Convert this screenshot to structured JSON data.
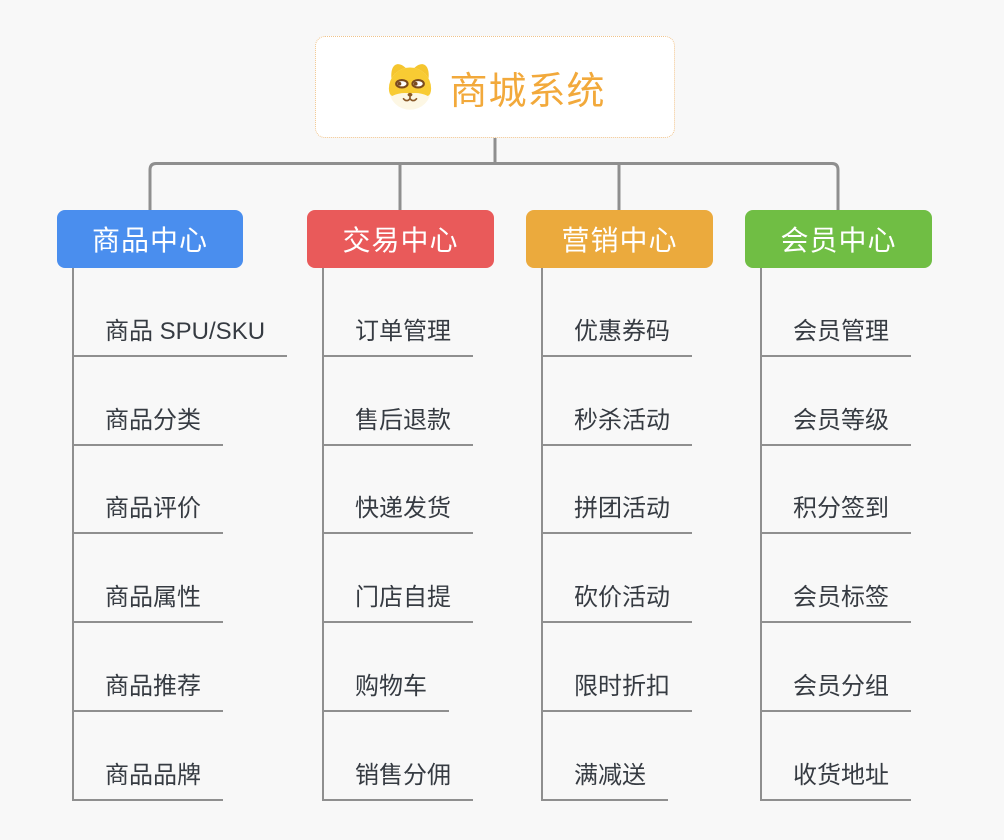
{
  "root": {
    "title": "商城系统",
    "icon": "doge-icon"
  },
  "theme": {
    "background": "#f8f8f8",
    "root_border": "#f0c48c",
    "root_text_color": "#f2a93b",
    "connector_color": "#8f8f8f",
    "item_text_color": "#363b42"
  },
  "branches": [
    {
      "label": "商品中心",
      "color": "#4a8eee",
      "items": [
        "商品 SPU/SKU",
        "商品分类",
        "商品评价",
        "商品属性",
        "商品推荐",
        "商品品牌"
      ]
    },
    {
      "label": "交易中心",
      "color": "#e95a5a",
      "items": [
        "订单管理",
        "售后退款",
        "快递发货",
        "门店自提",
        "购物车",
        "销售分佣"
      ]
    },
    {
      "label": "营销中心",
      "color": "#ebaa3d",
      "items": [
        "优惠券码",
        "秒杀活动",
        "拼团活动",
        "砍价活动",
        "限时折扣",
        "满减送"
      ]
    },
    {
      "label": "会员中心",
      "color": "#70be44",
      "items": [
        "会员管理",
        "会员等级",
        "积分签到",
        "会员标签",
        "会员分组",
        "收货地址"
      ]
    }
  ]
}
